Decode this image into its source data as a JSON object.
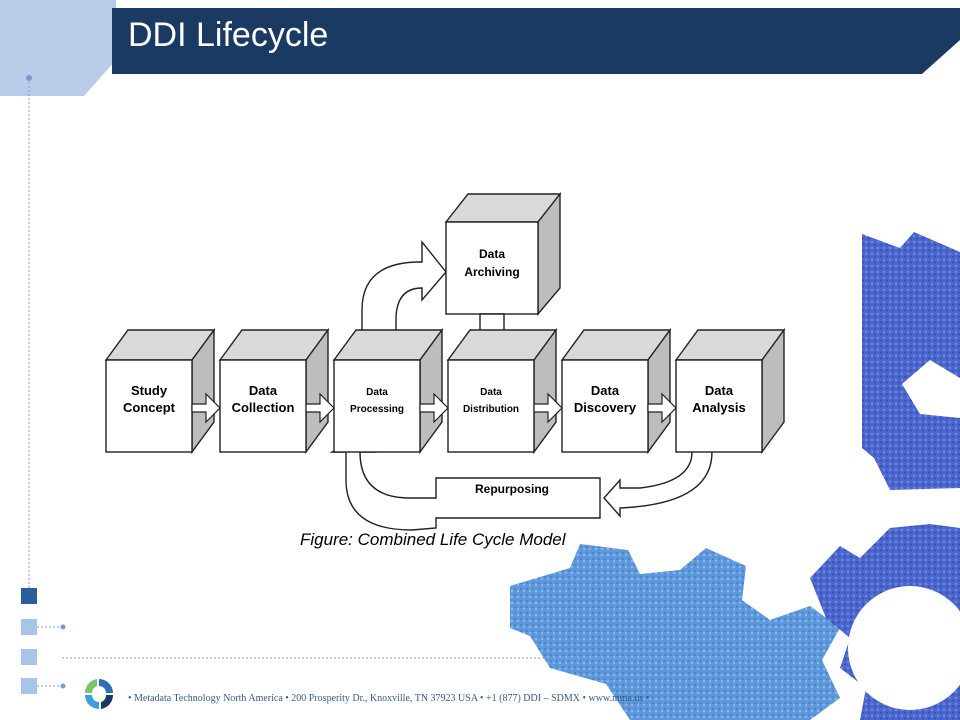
{
  "slide": {
    "title": "DDI Lifecycle"
  },
  "diagram": {
    "boxes": [
      {
        "line1": "Study",
        "line2": "Concept"
      },
      {
        "line1": "Data",
        "line2": "Collection"
      },
      {
        "line1": "Data",
        "line2": "Processing"
      },
      {
        "line1": "Data",
        "line2": "Distribution"
      },
      {
        "line1": "Data",
        "line2": "Discovery"
      },
      {
        "line1": "Data",
        "line2": "Analysis"
      }
    ],
    "archive": {
      "line1": "Data",
      "line2": "Archiving"
    },
    "repurposing_label": "Repurposing",
    "caption": "Figure: Combined Life Cycle Model"
  },
  "footer": {
    "text": "•   Metadata Technology North America • 200 Prosperity Dr., Knoxville, TN 37923 USA •    +1 (877) DDI – SDMX  • www.mtna.us •"
  },
  "colors": {
    "title_bar": "#1b3a63",
    "corner_tab": "#b9cde8",
    "rail_squares_dark": "#2b5e9b",
    "rail_squares_light": "#a8c4e8",
    "gear_blue": "#3f5fc8",
    "gear_light": "#6ea3e0"
  }
}
